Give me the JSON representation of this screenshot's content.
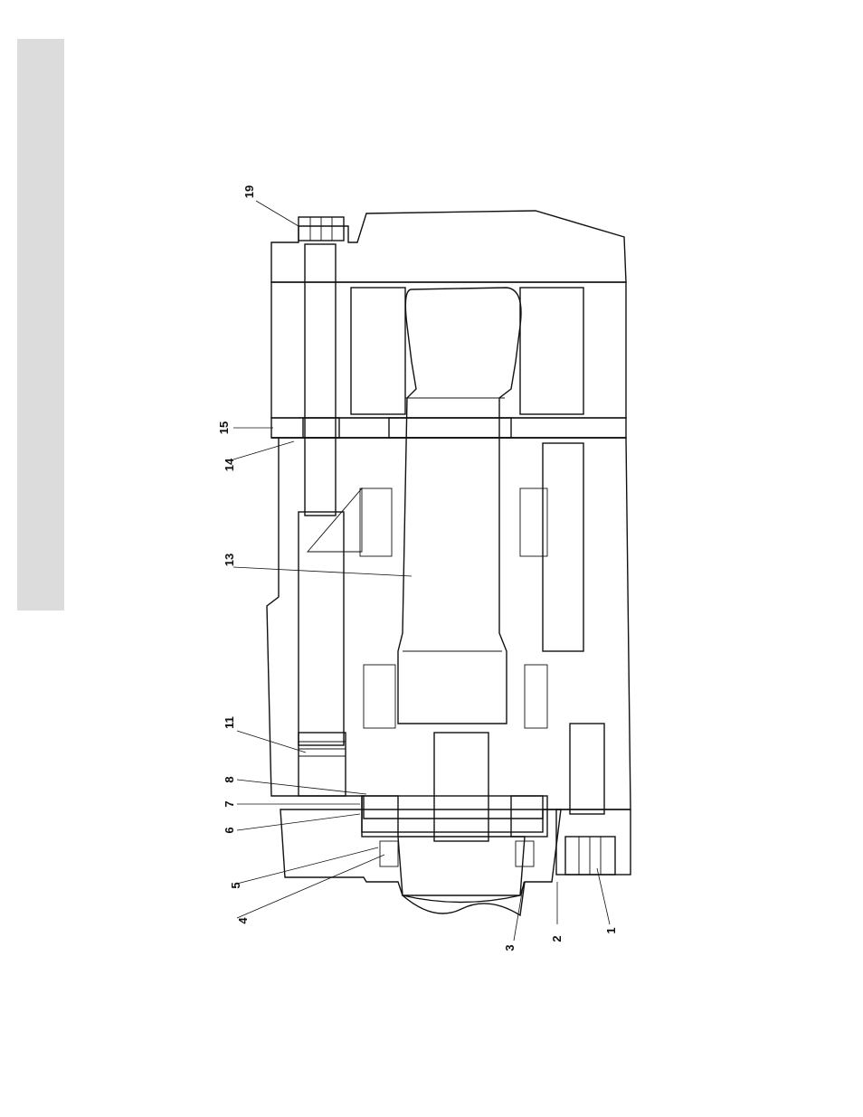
{
  "figure": {
    "side_tab_color": "#dcdcdc",
    "line_color": "#111111",
    "callouts": [
      {
        "id": "c19",
        "label": "19"
      },
      {
        "id": "c15",
        "label": "15"
      },
      {
        "id": "c14",
        "label": "14"
      },
      {
        "id": "c13",
        "label": "13"
      },
      {
        "id": "c11",
        "label": "11"
      },
      {
        "id": "c8",
        "label": "8"
      },
      {
        "id": "c7",
        "label": "7"
      },
      {
        "id": "c6",
        "label": "6"
      },
      {
        "id": "c5",
        "label": "5"
      },
      {
        "id": "c4",
        "label": "4"
      },
      {
        "id": "c3",
        "label": "3"
      },
      {
        "id": "c2",
        "label": "2"
      },
      {
        "id": "c1",
        "label": "1"
      }
    ]
  }
}
